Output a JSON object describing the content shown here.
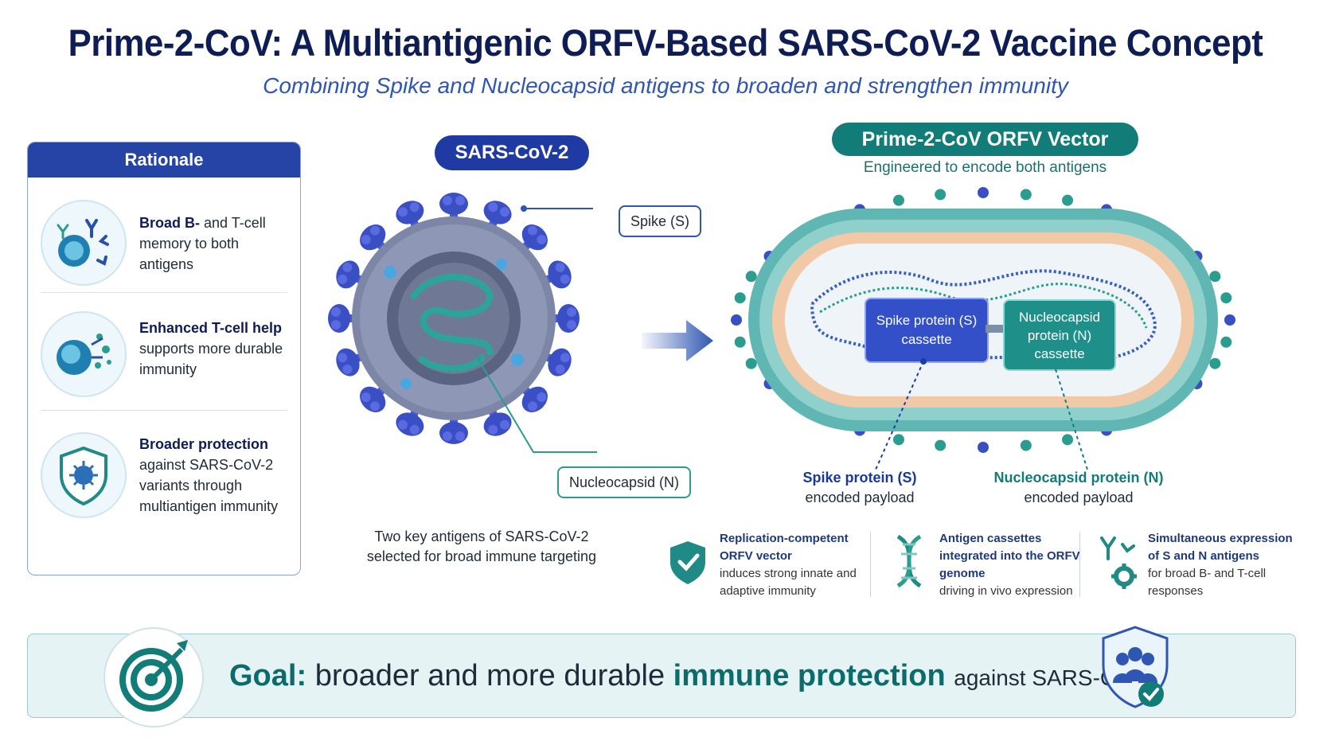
{
  "header": {
    "title": "Prime-2-CoV: A Multiantigenic ORFV-Based SARS-CoV-2 Vaccine Concept",
    "subtitle": "Combining Spike and Nucleocapsid antigens to broaden and strengthen immunity"
  },
  "rationale": {
    "heading": "Rationale",
    "items": [
      {
        "bold": "Broad B-",
        "text": " and T-cell memory to both antigens",
        "icon": "antibody-cell-icon"
      },
      {
        "bold": "Enhanced T-cell help",
        "text": "supports more durable immunity",
        "icon": "t-cell-icon"
      },
      {
        "bold": "Broader protection",
        "text": "against SARS-CoV-2 variants through multiantigen immunity",
        "icon": "virus-shield-icon"
      }
    ]
  },
  "virus": {
    "label": "SARS-CoV-2",
    "spike_label": "Spike (S)",
    "nucleocapsid_label": "Nucleocapsid (N)",
    "caption": "Two key antigens of SARS-CoV-2 selected for broad immune targeting"
  },
  "vector": {
    "label": "Prime-2-CoV ORFV Vector",
    "sublabel": "Engineered to encode both antigens",
    "spike_cassette": "Spike protein (S) cassette",
    "n_cassette": "Nucleocapsid protein (N) cassette",
    "spike_payload_title": "Spike protein (S)",
    "spike_payload_sub": "encoded payload",
    "n_payload_title": "Nucleocapsid protein (N)",
    "n_payload_sub": "encoded payload"
  },
  "features": [
    {
      "title": "Replication-competent ORFV vector",
      "sub": "induces strong innate and adaptive immunity",
      "icon": "shield-check-icon"
    },
    {
      "title": "Antigen cassettes integrated into the ORFV genome",
      "sub": "driving in vivo expression",
      "icon": "dna-icon"
    },
    {
      "title": "Simultaneous expression of S and N antigens",
      "sub": "for broad B- and T-cell responses",
      "icon": "antibody-gear-icon"
    }
  ],
  "goal": {
    "label": "Goal:",
    "text1": "broader and more durable",
    "emph": "immune protection",
    "text2": "against SARS-CoV-2"
  },
  "colors": {
    "navy": "#0f1d55",
    "blue": "#2544a6",
    "teal": "#127c79",
    "goal_bg": "#e6f3f5"
  }
}
